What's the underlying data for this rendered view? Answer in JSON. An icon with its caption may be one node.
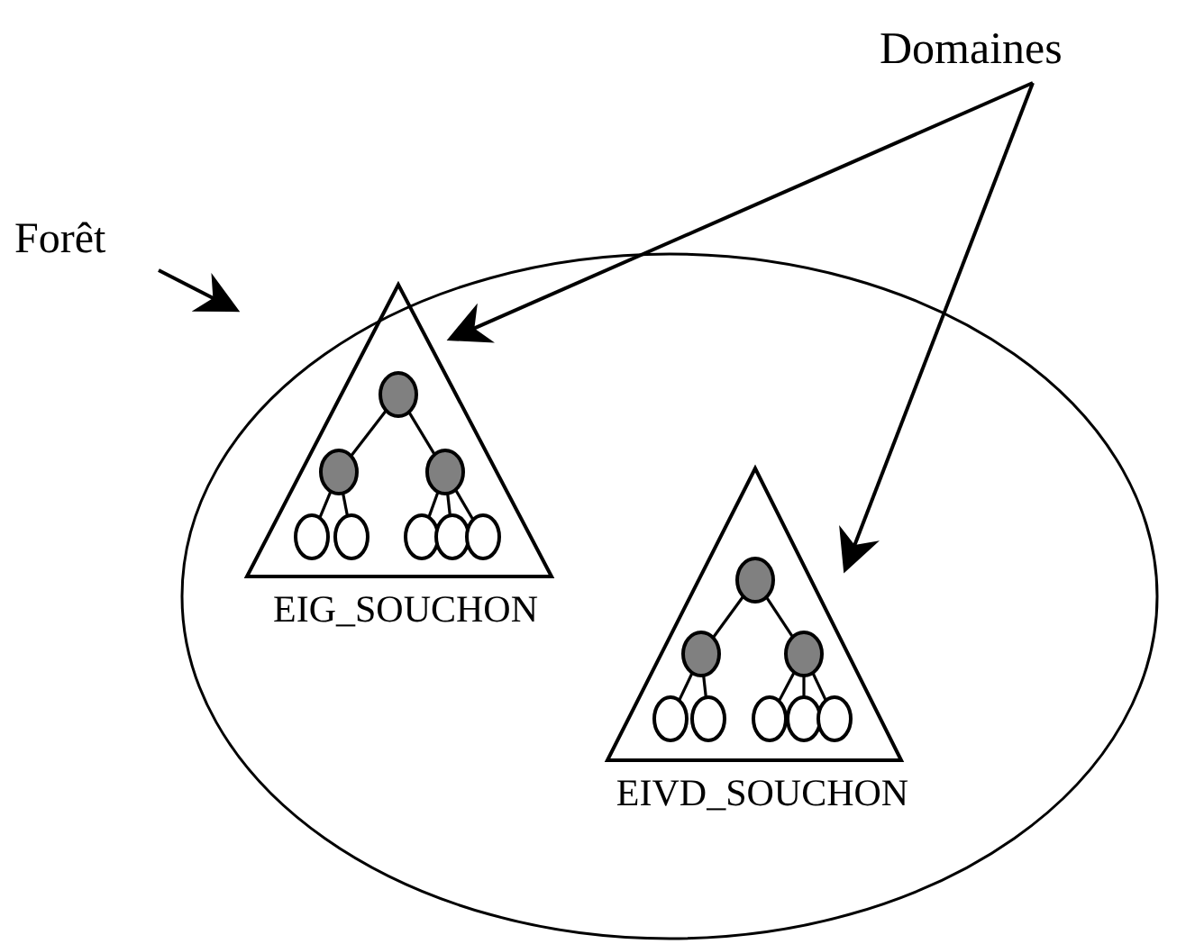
{
  "diagram": {
    "nodes": [
      {
        "text": [
          "Forêt"
        ]
      },
      {
        "text": [],
        "shape": "circle"
      },
      {
        "text": [
          "Domaines"
        ]
      },
      {
        "text": [
          "EIG_SOUCHON"
        ],
        "in": 1
      },
      {
        "text": [],
        "shape": "circle",
        "in": 3
      },
      {
        "text": [],
        "shape": "circle",
        "in": 3
      },
      {
        "text": [],
        "shape": "circle",
        "in": 3
      },
      {
        "text": [],
        "shape": "circle",
        "in": 3
      },
      {
        "text": [],
        "shape": "circle",
        "in": 3
      },
      {
        "text": [],
        "shape": "circle",
        "in": 3
      },
      {
        "text": [],
        "shape": "circle",
        "in": 3
      },
      {
        "text": [],
        "shape": "circle",
        "in": 3
      },
      {
        "text": [
          "EIVD_SOUCHON"
        ],
        "in": 1
      },
      {
        "text": [],
        "shape": "circle",
        "in": 12
      },
      {
        "text": [],
        "shape": "circle",
        "in": 12
      },
      {
        "text": [],
        "shape": "circle",
        "in": 12
      },
      {
        "text": [],
        "shape": "circle",
        "in": 12
      },
      {
        "text": [],
        "shape": "circle",
        "in": 12
      },
      {
        "text": [],
        "shape": "circle",
        "in": 12
      },
      {
        "text": [],
        "shape": "circle",
        "in": 12
      },
      {
        "text": [],
        "shape": "circle",
        "in": 12
      }
    ],
    "edges": [
      {
        "from": 0,
        "to": 1,
        "arrow": "to"
      },
      {
        "from": 2,
        "to": 3,
        "arrow": "to"
      },
      {
        "from": 2,
        "to": 12,
        "arrow": "to"
      },
      {
        "from": 4,
        "to": 5,
        "arrow": "none"
      },
      {
        "from": 4,
        "to": 6,
        "arrow": "none"
      },
      {
        "from": 5,
        "to": 7,
        "arrow": "none"
      },
      {
        "from": 5,
        "to": 8,
        "arrow": "none"
      },
      {
        "from": 6,
        "to": 9,
        "arrow": "none"
      },
      {
        "from": 6,
        "to": 10,
        "arrow": "none"
      },
      {
        "from": 6,
        "to": 11,
        "arrow": "none"
      },
      {
        "from": 13,
        "to": 14,
        "arrow": "none"
      },
      {
        "from": 13,
        "to": 15,
        "arrow": "none"
      },
      {
        "from": 14,
        "to": 16,
        "arrow": "none"
      },
      {
        "from": 14,
        "to": 17,
        "arrow": "none"
      },
      {
        "from": 15,
        "to": 18,
        "arrow": "none"
      },
      {
        "from": 15,
        "to": 19,
        "arrow": "none"
      },
      {
        "from": 15,
        "to": 20,
        "arrow": "none"
      }
    ]
  }
}
